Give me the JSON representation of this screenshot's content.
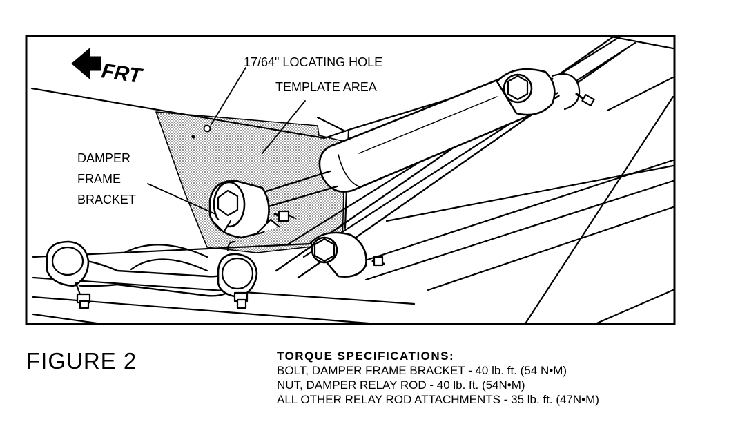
{
  "diagram": {
    "direction_label": "FRT",
    "labels": {
      "locating_hole": "17/64\" LOCATING HOLE",
      "template_area": "TEMPLATE AREA",
      "damper_1": "DAMPER",
      "damper_2": "FRAME",
      "damper_3": "BRACKET"
    }
  },
  "caption": {
    "figure": "FIGURE 2",
    "torque_title": "TORQUE   SPECIFICATIONS:",
    "specs": [
      "BOLT, DAMPER FRAME BRACKET - 40 lb. ft. (54 N•M)",
      "NUT, DAMPER RELAY ROD - 40 lb. ft. (54N•M)",
      "ALL OTHER RELAY ROD ATTACHMENTS - 35 lb. ft. (47N•M)"
    ]
  }
}
